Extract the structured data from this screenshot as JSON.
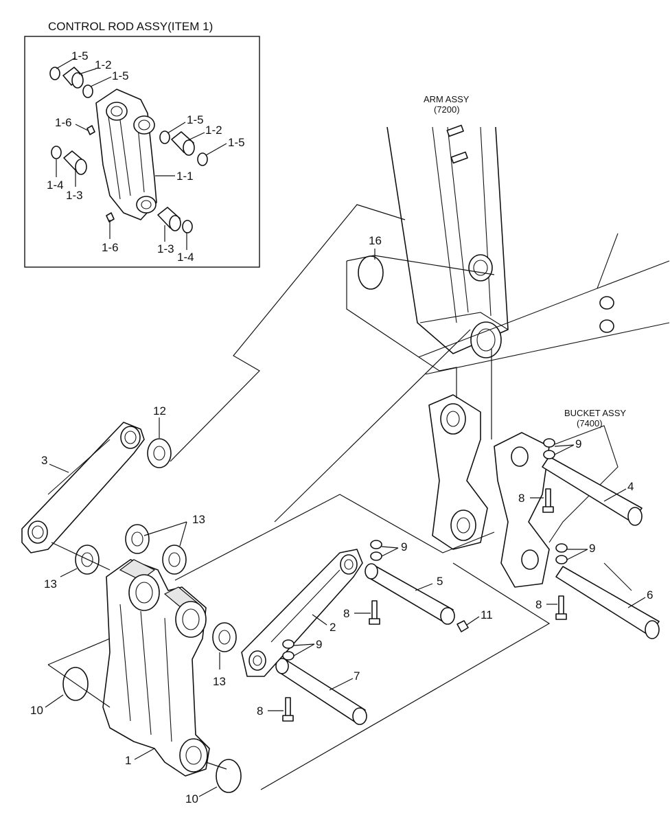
{
  "inset": {
    "title": "CONTROL ROD ASSY(ITEM 1)",
    "labels": [
      "1-5",
      "1-2",
      "1-5",
      "1-6",
      "1-5",
      "1-2",
      "1-5",
      "1-4",
      "1-3",
      "1-1",
      "1-6",
      "1-3",
      "1-4"
    ]
  },
  "assemblies": {
    "arm": {
      "name": "ARM ASSY",
      "code": "(7200)"
    },
    "bucket": {
      "name": "BUCKET ASSY",
      "code": "(7400)"
    }
  },
  "callouts": [
    "16",
    "12",
    "3",
    "13",
    "13",
    "13",
    "9",
    "9",
    "9",
    "9",
    "8",
    "4",
    "5",
    "2",
    "8",
    "11",
    "6",
    "8",
    "10",
    "7",
    "8",
    "1",
    "10"
  ]
}
